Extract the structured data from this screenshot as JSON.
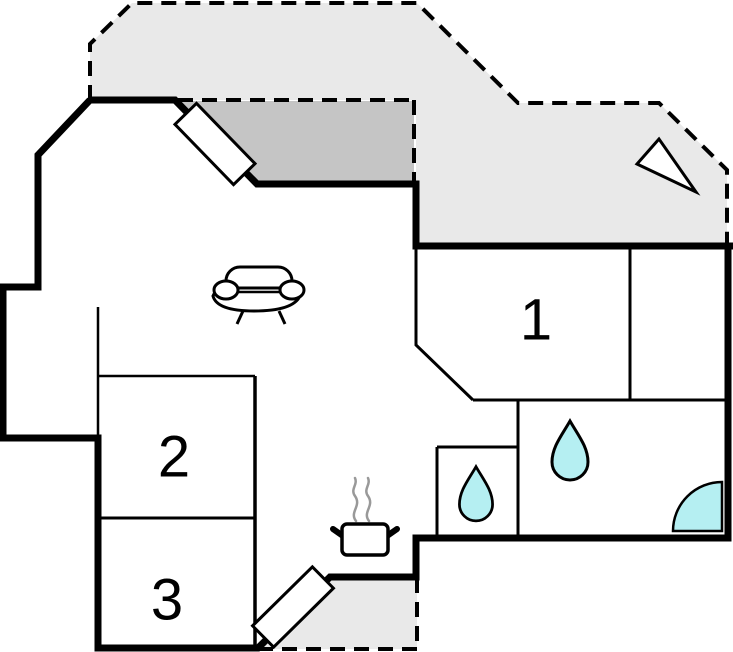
{
  "plan": {
    "type": "floor-plan",
    "rooms": [
      {
        "label": "1"
      },
      {
        "label": "2"
      },
      {
        "label": "3"
      }
    ],
    "icons": {
      "sofa": "sofa-icon",
      "stove": "stove-pot-icon",
      "water_drop_small": "water-drop-icon",
      "water_drop_large": "water-drop-icon",
      "door": "door-swing-icon",
      "compass": "compass-arrow-icon",
      "window_top": "window-icon",
      "window_bottom": "window-icon"
    },
    "colors": {
      "background": "#ffffff",
      "terrace_light": "#e9e9e9",
      "terrace_dark": "#c5c5c5",
      "wall": "#000000",
      "water": "#b5eff2",
      "steam": "#999999"
    }
  }
}
